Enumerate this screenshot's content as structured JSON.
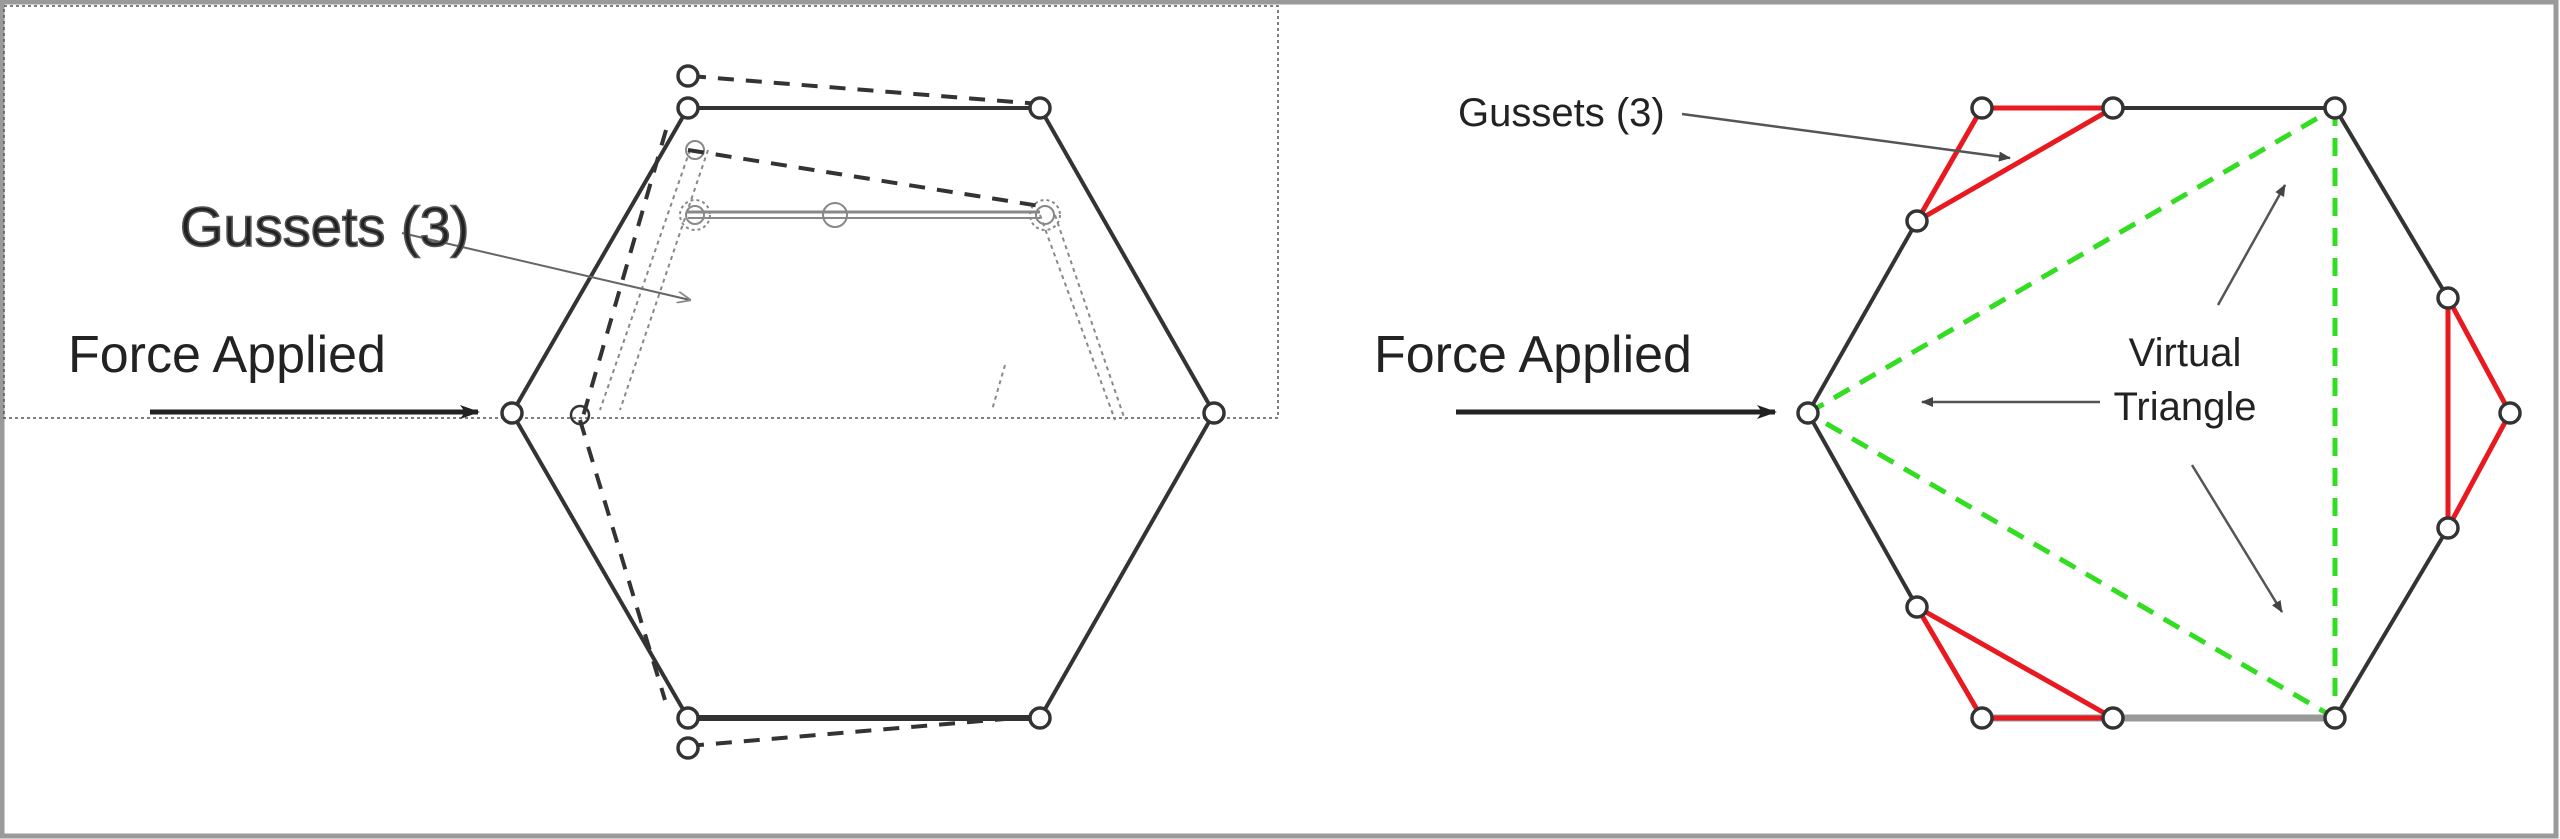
{
  "left_panel": {
    "force_label": "Force Applied",
    "gussets_label": "Gussets (3)"
  },
  "right_panel": {
    "force_label": "Force Applied",
    "gussets_label": "Gussets (3)",
    "virtual_label_line1": "Virtual",
    "virtual_label_line2": "Triangle"
  },
  "colors": {
    "frame": "#333333",
    "gusset": "#e8191f",
    "virtual_triangle": "#33dd22",
    "ghost": "#888888",
    "border": "#9a9a9a"
  }
}
